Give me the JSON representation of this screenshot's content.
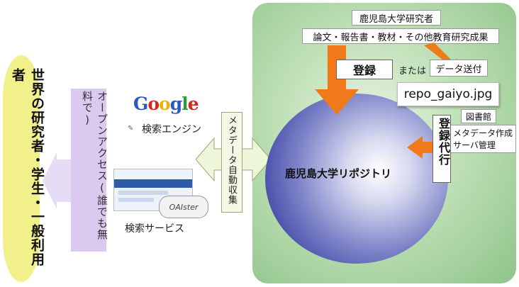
{
  "left_column": {
    "users_label": "世界の研究者・学生・一般利用者",
    "open_access_label": "オープンアクセス(誰でも無料で)"
  },
  "search_engine": {
    "logo_text": "Google",
    "label": "検索エンジン"
  },
  "search_service": {
    "logo_text": "OAIster",
    "label": "検索サービス"
  },
  "harvest_label": "メタデータ自動収集",
  "repository_label": "鹿児島大学リポジトリ",
  "researchers": {
    "title": "鹿児島大学研究者",
    "outputs": "論文・報告書・教材・その他教育研究成果"
  },
  "register_label": "登録",
  "or_label": "または",
  "data_send_label": "データ送付",
  "filename_tooltip": "repo_gaiyo.jpg",
  "library": {
    "title": "図書館",
    "line1": "メタデータ作成",
    "line2": "サーバ管理"
  },
  "proxy_register_label": "登録代行",
  "colors": {
    "green_panel": "#8fc48a",
    "orange_arrow": "#f07a1a",
    "sphere_dark": "#1c2290",
    "purple_band": "#dcc9f0",
    "yellow_oval": "#f2f08a"
  }
}
